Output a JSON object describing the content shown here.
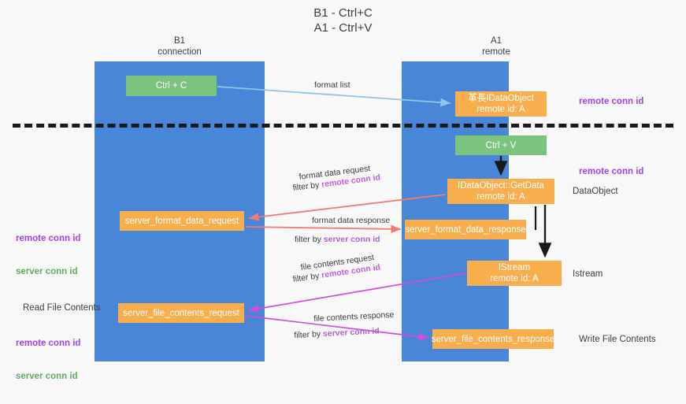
{
  "title": "B1 - Ctrl+C\nA1 - Ctrl+V",
  "columns": {
    "left": "B1\nconnection",
    "right": "A1\nremote"
  },
  "nodes": {
    "ctrl_c": "Ctrl + C",
    "idataobject": "⾰⾧IDataObject\nremote id: A",
    "ctrl_v": "Ctrl + V",
    "getdata": "IDataObject::GetData\nremote id: A",
    "server_format_data_request": "server_format_data_request",
    "server_format_data_response": "server_format_data_response",
    "istream": "IStream\nremote id: A",
    "server_file_contents_request": "server_file_contents_request",
    "server_file_contents_response": "server_file_contents_response"
  },
  "side_labels": {
    "remote_conn_id_top": "remote conn id",
    "remote_conn_id_mid": "remote conn id",
    "dataobject": "DataObject",
    "istream": "Istream",
    "write_file_contents": "Write File Contents",
    "read_file_contents": "Read File Contents",
    "remote_conn_id": "remote conn id",
    "server_conn_id": "server conn id"
  },
  "edges": {
    "format_list": "format list",
    "format_data_request": "format data request",
    "format_data_request_filter_prefix": "filter by ",
    "format_data_request_filter_value": "remote conn id",
    "format_data_response": "format data response",
    "format_data_response_filter_prefix": "filter by ",
    "format_data_response_filter_value": "server conn id",
    "file_contents_request": "file contents request",
    "file_contents_request_filter_prefix": "filter by ",
    "file_contents_request_filter_value": "remote conn id",
    "file_contents_response": "file contents response",
    "file_contents_response_filter_prefix": "filter by ",
    "file_contents_response_filter_value": "server conn id"
  },
  "colors": {
    "lane": "#4a86d8",
    "green_node": "#7bc47f",
    "orange_node": "#f9ae4d",
    "purple_text": "#a142f4",
    "green_text": "#5fae61",
    "arrow_blue": "#8ec5e8",
    "arrow_red": "#ef7b72",
    "arrow_magenta": "#d04de0",
    "arrow_black": "#1a1a1a",
    "divider": "#1a1a1a",
    "background": "#f8f8f8"
  }
}
